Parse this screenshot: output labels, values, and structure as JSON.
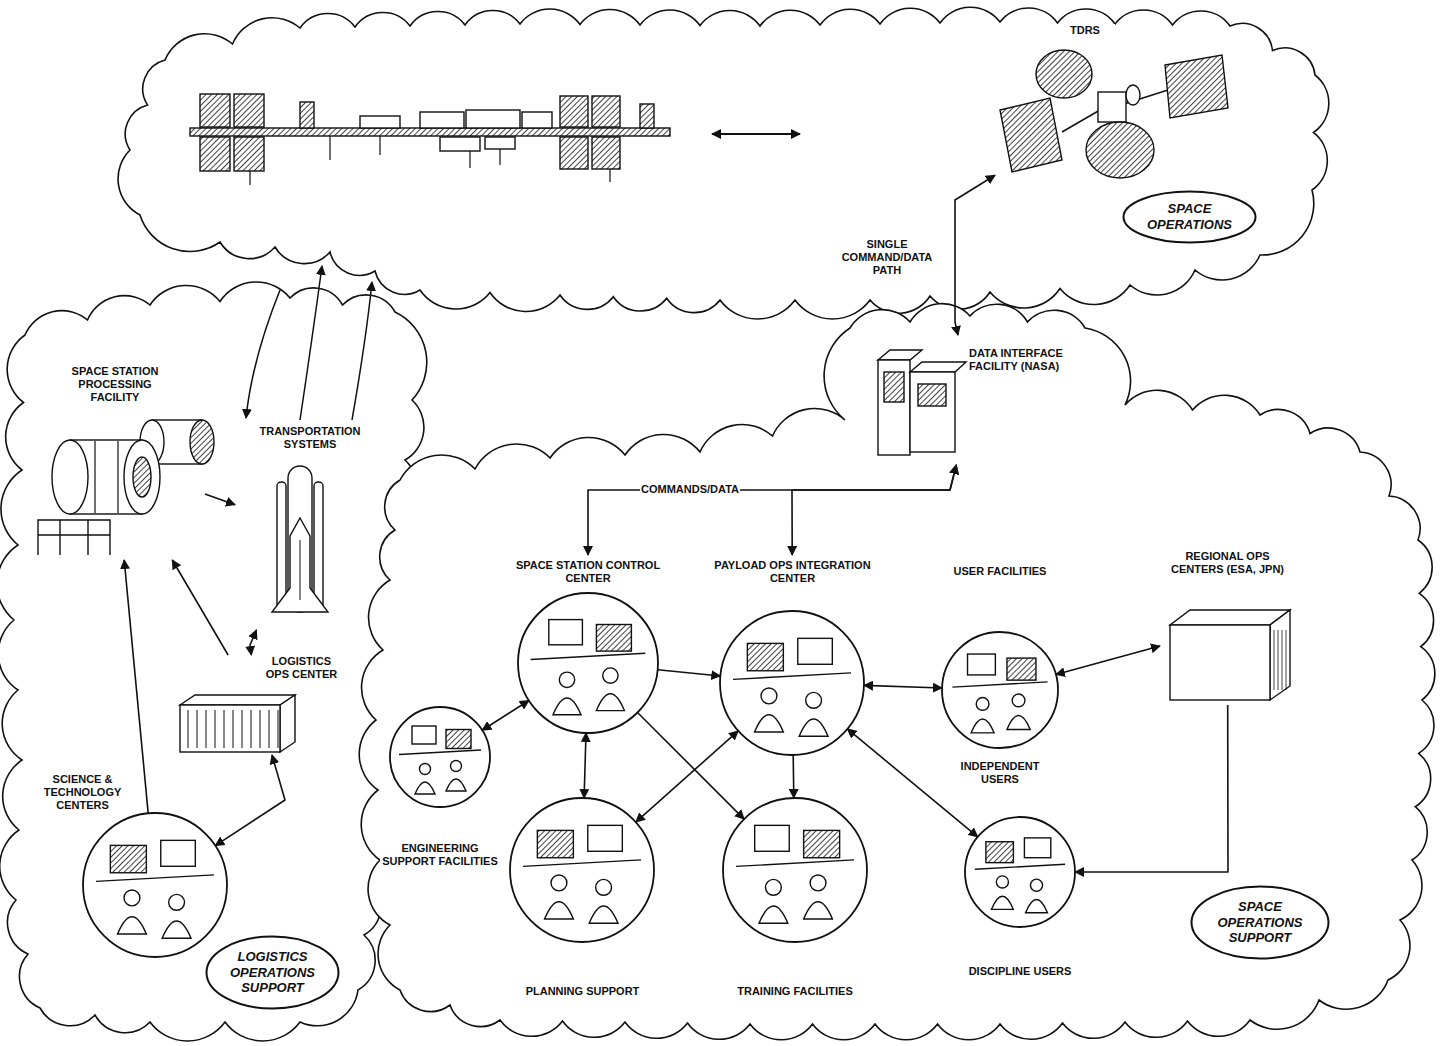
{
  "diagram": {
    "nodes": [
      {
        "text": [
          "TDRS"
        ]
      },
      {
        "text": [
          "SPACE OPERATIONS"
        ]
      },
      {
        "text": [
          "DATA INTERFACE FACILITY (NASA)"
        ]
      },
      {
        "text": [
          "SPACE STATION PROCESSING FACILITY"
        ]
      },
      {
        "text": [
          "TRANSPORTATION SYSTEMS"
        ]
      },
      {
        "text": [
          "LOGISTICS OPS CENTER"
        ]
      },
      {
        "text": [
          "SCIENCE & TECHNOLOGY CENTERS"
        ]
      },
      {
        "text": [
          "SPACE STATION CONTROL CENTER"
        ]
      },
      {
        "text": [
          "PAYLOAD OPS INTEGRATION CENTER"
        ]
      },
      {
        "text": [
          "USER FACILITIES",
          "INDEPENDENT USERS"
        ]
      },
      {
        "text": [
          "REGIONAL OPS CENTERS (ESA, JPN)"
        ]
      },
      {
        "text": [
          "ENGINEERING SUPPORT FACILITIES"
        ]
      },
      {
        "text": [
          "PLANNING SUPPORT"
        ]
      },
      {
        "text": [
          "TRAINING FACILITIES"
        ]
      },
      {
        "text": [
          "DISCIPLINE USERS"
        ]
      },
      {
        "text": [
          "LOGISTICS OPERATIONS SUPPORT"
        ]
      },
      {
        "text": [
          "SPACE OPERATIONS SUPPORT"
        ]
      }
    ],
    "edges": [
      {
        "from": 0,
        "to": 2,
        "arrow": "both",
        "label": "SINGLE COMMAND/DATA PATH"
      },
      {
        "from": 2,
        "to": 7,
        "arrow": "both"
      },
      {
        "from": 2,
        "to": 8,
        "arrow": "both"
      },
      {
        "from": 3,
        "to": 4,
        "arrow": "to"
      },
      {
        "from": 4,
        "to": 5,
        "arrow": "both"
      },
      {
        "from": 5,
        "to": 3,
        "arrow": "to"
      },
      {
        "from": 6,
        "to": 3,
        "arrow": "to"
      },
      {
        "from": 5,
        "to": 6,
        "arrow": "both"
      },
      {
        "from": 11,
        "to": 7,
        "arrow": "both"
      },
      {
        "from": 7,
        "to": 8,
        "arrow": "to"
      },
      {
        "from": 7,
        "to": 12,
        "arrow": "both"
      },
      {
        "from": 7,
        "to": 13,
        "arrow": "to"
      },
      {
        "from": 8,
        "to": 12,
        "arrow": "both"
      },
      {
        "from": 8,
        "to": 13,
        "arrow": "to"
      },
      {
        "from": 8,
        "to": 9,
        "arrow": "both"
      },
      {
        "from": 9,
        "to": 10,
        "arrow": "both"
      },
      {
        "from": 14,
        "to": 8,
        "arrow": "both"
      },
      {
        "from": 10,
        "to": 14,
        "arrow": "to"
      }
    ],
    "labels": [
      "COMMANDS/DATA"
    ]
  }
}
